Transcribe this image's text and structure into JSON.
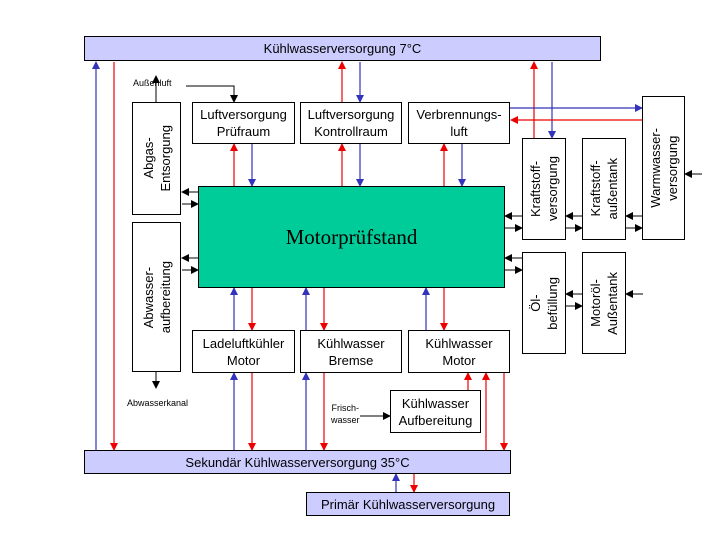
{
  "diagram": {
    "title": "Motorprüfstand",
    "colors": {
      "supply_line": "#3333bb",
      "return_line": "#ee0000",
      "signal_line": "#000000",
      "header_bar": "#ccccff",
      "main_block": "#00cc99"
    },
    "bars": {
      "top": "Kühlwasserversorgung 7°C",
      "secondary": "Sekundär Kühlwasserversorgung 35°C",
      "primary": "Primär Kühlwasserversorgung"
    },
    "boxes": {
      "abgas": "Abgas-\nEntsorgung",
      "abwasser": "Abwasser-\naufbereitung",
      "luft_pruefraum": "Luftversorgung\nPrüfraum",
      "luft_kontrollraum": "Luftversorgung\nKontrollraum",
      "verbrennungsluft": "Verbrennungs-\nluft",
      "kraftstoffversorgung": "Kraftstoff-\nversorgung",
      "kraftstoff_aussentank": "Kraftstoff-\naußentank",
      "warmwasser": "Warmwasser-\nversorgung",
      "oelbefuellung": "Öl-\nbefüllung",
      "motoroel_aussentank": "Motoröl-\nAußentank",
      "ladeluftkuehler": "Ladeluftkühler\nMotor",
      "kw_bremse": "Kühlwasser\nBremse",
      "kw_motor": "Kühlwasser\nMotor",
      "kw_aufbereitung": "Kühlwasser\nAufbereitung"
    },
    "labels": {
      "aussenluft": "Außenluft",
      "abwasserkanal": "Abwasserkanal",
      "frischwasser": "Frisch-\nwasser"
    }
  }
}
